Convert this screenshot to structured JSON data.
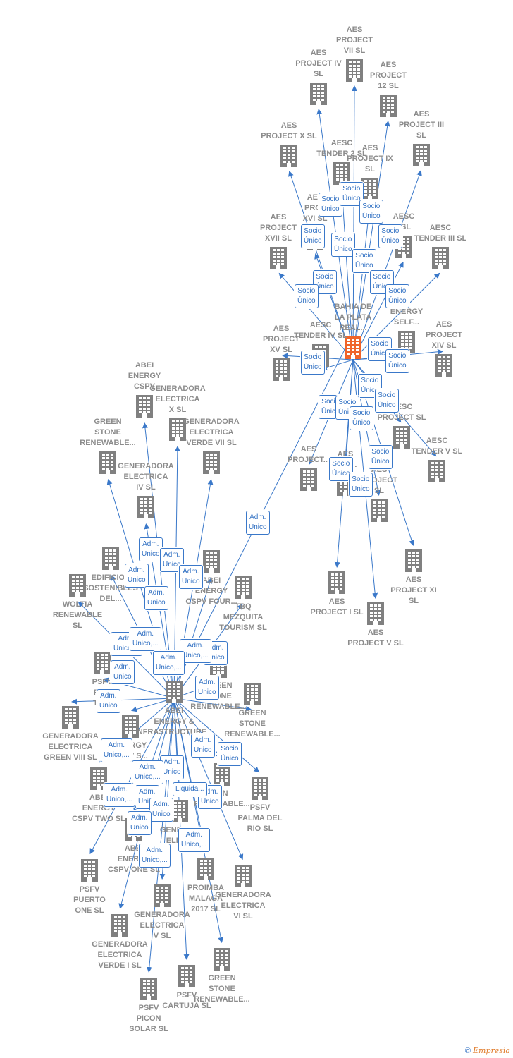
{
  "center": {
    "id": "bahia",
    "label": "BAHIA DE\nLA PLATA\nREAL..."
  },
  "secondary": {
    "id": "abei",
    "label": "ABEI\nENERGY &\nINFRASTRUCTURE..."
  },
  "companies": [
    {
      "id": "p7",
      "label": "AES\nPROJECT\nVII  SL"
    },
    {
      "id": "p4",
      "label": "AES\nPROJECT IV\nSL"
    },
    {
      "id": "p12",
      "label": "AES\nPROJECT\n12  SL"
    },
    {
      "id": "p3",
      "label": "AES\nPROJECT III\nSL"
    },
    {
      "id": "px",
      "label": "AES\nPROJECT X  SL"
    },
    {
      "id": "t2",
      "label": "AESC\nTENDER 2  SL"
    },
    {
      "id": "p9",
      "label": "AES\nPROJECT IX\nSL"
    },
    {
      "id": "p16",
      "label": "AES\nPROJ\nXVI  SL"
    },
    {
      "id": "p17",
      "label": "AES\nPROJECT\nXVII  SL"
    },
    {
      "id": "sl_a",
      "label": "AESC\nI  SL"
    },
    {
      "id": "t3",
      "label": "AESC\nTENDER III  SL"
    },
    {
      "id": "self",
      "label": "ENERGY\nSELF..."
    },
    {
      "id": "p15",
      "label": "AES\nPROJECT\nXV  SL"
    },
    {
      "id": "t4",
      "label": "AESC\nTENDER IV  SL"
    },
    {
      "id": "p14",
      "label": "AES\nPROJECT\nXIV  SL"
    },
    {
      "id": "pc",
      "label": "AESC\nPROJECT  SL"
    },
    {
      "id": "t5",
      "label": "AESC\nTENDER V  SL"
    },
    {
      "id": "pa",
      "label": "AES\nPROJECT..."
    },
    {
      "id": "pb",
      "label": "AES\nPRO..."
    },
    {
      "id": "pd",
      "label": "AES\nPROJECT\nSL"
    },
    {
      "id": "p1",
      "label": "AES\nPROJECT I  SL"
    },
    {
      "id": "p11",
      "label": "AES\nPROJECT XI\nSL"
    },
    {
      "id": "p5",
      "label": "AES\nPROJECT V  SL"
    },
    {
      "id": "cspv",
      "label": "ABEI\nENERGY\nCSPV"
    },
    {
      "id": "gex",
      "label": "GENERADORA\nELECTRICA\nX  SL"
    },
    {
      "id": "gsr1",
      "label": "GREEN\nSTONE\nRENEWABLE..."
    },
    {
      "id": "gev7",
      "label": "GENERADORA\nELECTRICA\nVERDE VII  SL"
    },
    {
      "id": "ge4",
      "label": "GENERADORA\nELECTRICA\nIV  SL"
    },
    {
      "id": "edif",
      "label": "EDIFICIOS\nSOSTENIBLES\nDEL..."
    },
    {
      "id": "woltia",
      "label": "WOLTIA\nRENEWABLE\nSL"
    },
    {
      "id": "four",
      "label": "ABEI\nENERGY\nCSPV FOUR..."
    },
    {
      "id": "tbq",
      "label": "TBQ\nMEZQUITA\nTOURISM  SL"
    },
    {
      "id": "psfv1",
      "label": "PSFV\nPU...\nTW..."
    },
    {
      "id": "gsr2",
      "label": "GREEN\nSTONE\nRENEWABLE..."
    },
    {
      "id": "gsr3",
      "label": "GREEN\nSTONE\nRENEWABLE..."
    },
    {
      "id": "gev8",
      "label": "GENERADORA\nELECTRICA\nGREEN VIII  SL"
    },
    {
      "id": "cspvs",
      "label": "ENERGY\nCSPV S..."
    },
    {
      "id": "two",
      "label": "ABEI\nENERGY\nCSPV TWO  SL"
    },
    {
      "id": "gsr4",
      "label": "...N\nRENEWABLE..."
    },
    {
      "id": "palma",
      "label": "PSFV\nPALMA DEL\nRIO  SL"
    },
    {
      "id": "one",
      "label": "ABEI\nENERGY\nCSPV ONE  SL"
    },
    {
      "id": "ge5x",
      "label": "GENERA...\nELEC..."
    },
    {
      "id": "puerto",
      "label": "PSFV\nPUERTO\nONE  SL"
    },
    {
      "id": "proimba",
      "label": "PROIMBA\nMALAGA\n2017  SL"
    },
    {
      "id": "ge6",
      "label": "GENERADORA\nELECTRICA\nVI  SL"
    },
    {
      "id": "ge5",
      "label": "GENERADORA\nELECTRICA\nV  SL"
    },
    {
      "id": "gev1",
      "label": "GENERADORA\nELECTRICA\nVERDE I  SL"
    },
    {
      "id": "gsr5",
      "label": "GREEN\nSTONE\nRENEWABLE..."
    },
    {
      "id": "cartuja",
      "label": "PSFV\nCARTUJA  SL"
    },
    {
      "id": "picon",
      "label": "PSFV\nPICON\nSOLAR  SL"
    }
  ],
  "relation_labels": {
    "socio": "Socio\nÚnico",
    "adm": "Adm.\nUnico",
    "adm_trunc": "Adm.\nUnico,...",
    "liquida": "Liquida..."
  },
  "footer": {
    "copyright": "©",
    "brand": "Empresia"
  },
  "colors": {
    "edge": "#3a78c9",
    "icon": "#808080",
    "center_icon": "#f0642a",
    "label": "#8c8c8c"
  }
}
